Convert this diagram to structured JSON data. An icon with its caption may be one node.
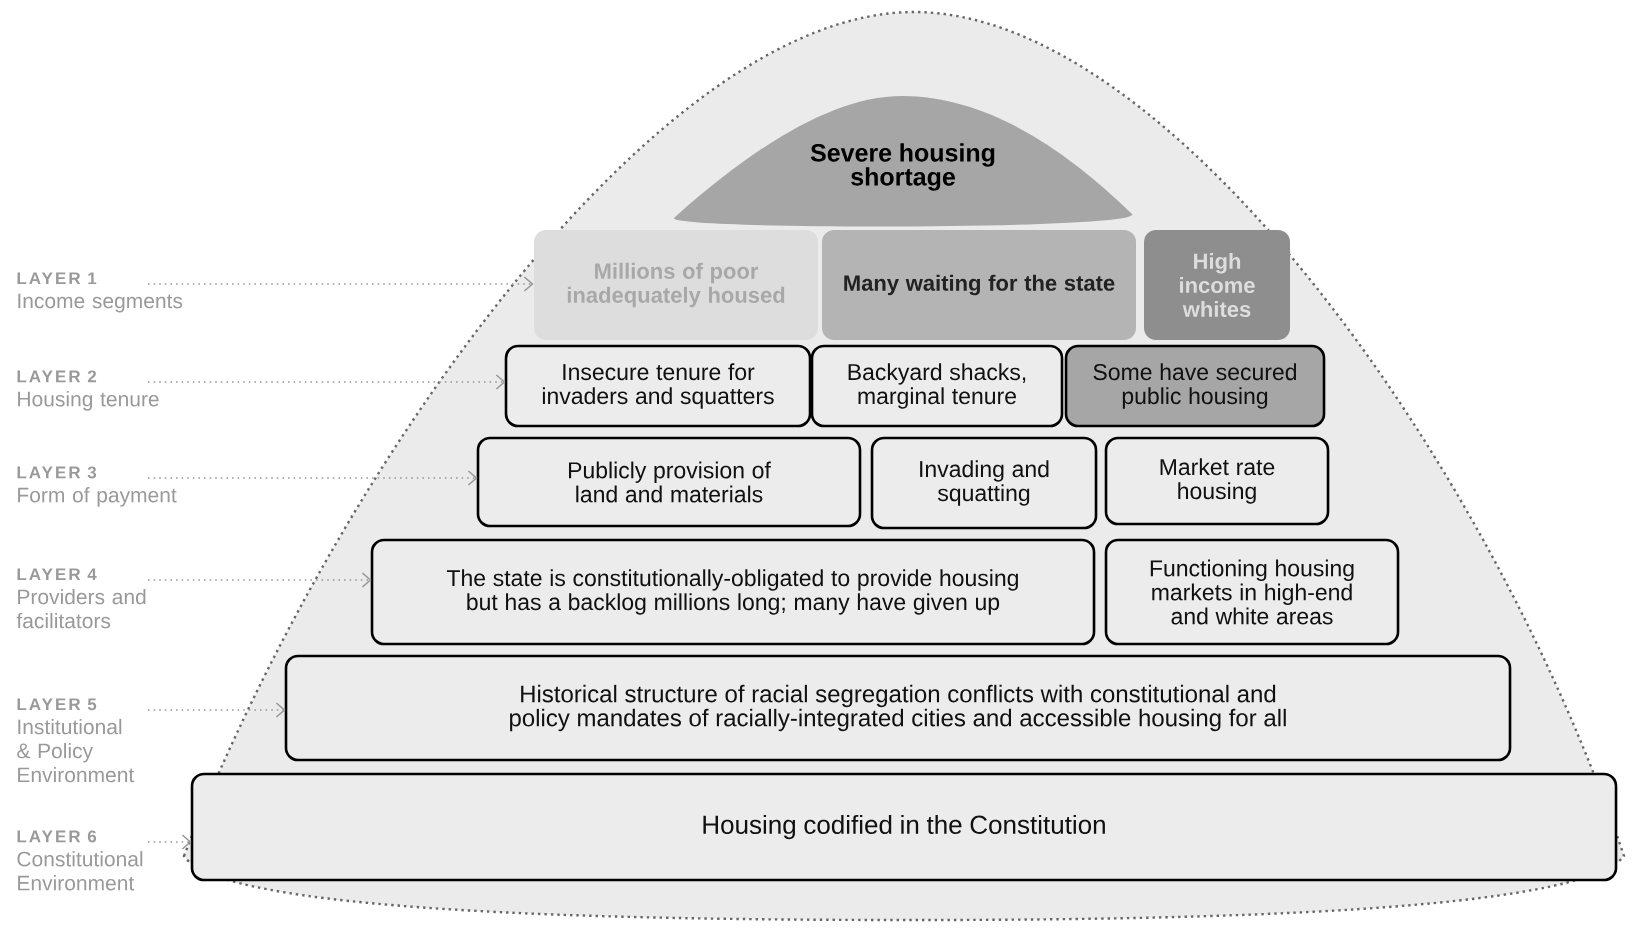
{
  "diagram": {
    "nodes": [
      {
        "text": [],
        "shape": "dome"
      },
      {
        "text": [
          "Severe housing shortage"
        ],
        "in": 0
      },
      {
        "text": [
          "Millions of poor inadequately housed"
        ],
        "in": 0
      },
      {
        "text": [
          "Many waiting for the state"
        ],
        "in": 0
      },
      {
        "text": [
          "High income whites"
        ],
        "in": 0
      },
      {
        "text": [
          "Insecure tenure for invaders and squatters"
        ],
        "in": 0
      },
      {
        "text": [
          "Backyard shacks, marginal tenure"
        ],
        "in": 0
      },
      {
        "text": [
          "Some have secured public housing"
        ],
        "in": 0
      },
      {
        "text": [
          "Publicly provision of land and materials"
        ],
        "in": 0
      },
      {
        "text": [
          "Invading and squatting"
        ],
        "in": 0
      },
      {
        "text": [
          "Market rate housing"
        ],
        "in": 0
      },
      {
        "text": [
          "The state is constitutionally-obligated to provide housing but has a backlog millions long; many have given up"
        ],
        "in": 0
      },
      {
        "text": [
          "Functioning housing markets in high-end and white areas"
        ],
        "in": 0
      },
      {
        "text": [
          "Historical structure of racial segregation conflicts with constitutional and policy mandates of racially-integrated cities and accessible housing for all"
        ],
        "in": 0
      },
      {
        "text": [
          "Housing codified in the Constitution"
        ],
        "in": 0
      },
      {
        "text": [
          "LAYER 1",
          "Income segments"
        ]
      },
      {
        "text": [
          "LAYER 2",
          "Housing tenure"
        ]
      },
      {
        "text": [
          "LAYER 3",
          "Form of payment"
        ]
      },
      {
        "text": [
          "LAYER 4",
          "Providers and facilitators"
        ]
      },
      {
        "text": [
          "LAYER 5",
          "Institutional & Policy Environment"
        ]
      },
      {
        "text": [
          "LAYER 6",
          "Constitutional Environment"
        ]
      }
    ],
    "edges": [
      {
        "from": 15,
        "to": 2,
        "arrow": "to",
        "style": "dashed"
      },
      {
        "from": 16,
        "to": 5,
        "arrow": "to",
        "style": "dashed"
      },
      {
        "from": 17,
        "to": 8,
        "arrow": "to",
        "style": "dashed"
      },
      {
        "from": 18,
        "to": 11,
        "arrow": "to",
        "style": "dashed"
      },
      {
        "from": 19,
        "to": 13,
        "arrow": "to",
        "style": "dashed"
      },
      {
        "from": 20,
        "to": 14,
        "arrow": "to",
        "style": "dashed"
      }
    ]
  }
}
